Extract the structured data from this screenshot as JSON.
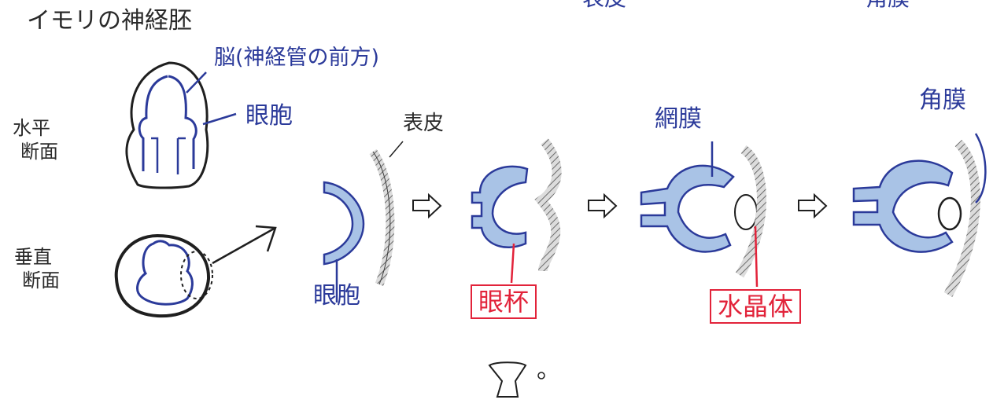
{
  "title": "イモリの神経胚",
  "labels": {
    "brain": "脳(神経管の前方)",
    "horizontal_section": [
      "水平",
      "断面"
    ],
    "vertical_section": [
      "垂直",
      "断面"
    ],
    "optic_vesicle_top": "眼胞",
    "epidermis": "表皮",
    "optic_vesicle_bottom": "眼胞",
    "optic_cup": "眼杯",
    "retina": "網膜",
    "lens": "水晶体",
    "cornea": "角膜",
    "top_cut_left": "表皮",
    "top_cut_right": "角膜"
  },
  "colors": {
    "ink": "#2a2a2a",
    "blue": "#2b3a9a",
    "light_blue": "#a9c3e6",
    "red": "#e2233a",
    "gray_hatch": "#7a7a7a"
  }
}
